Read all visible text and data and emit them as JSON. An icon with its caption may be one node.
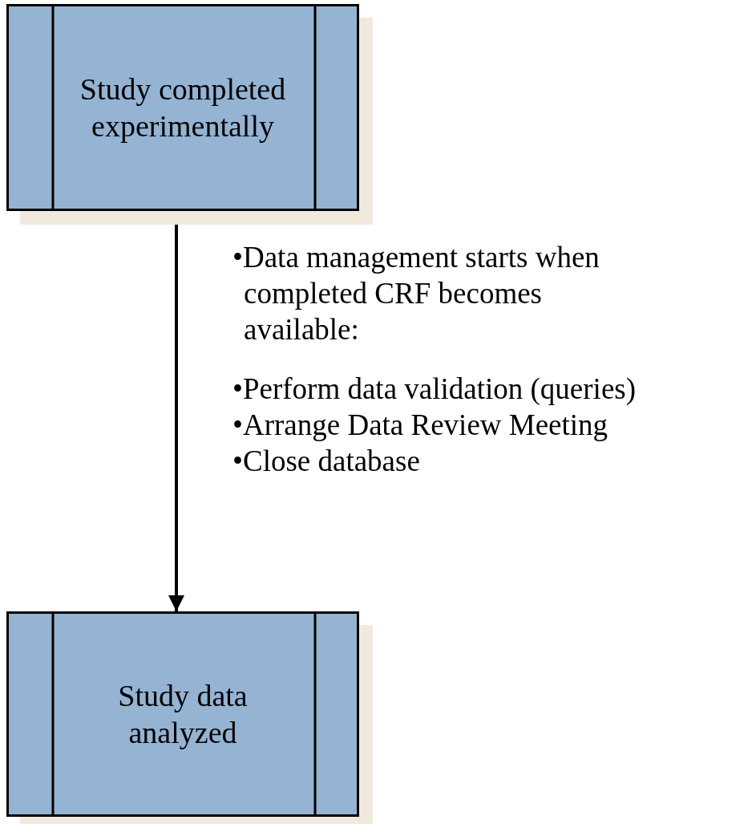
{
  "diagram": {
    "nodes": [
      {
        "text": [
          "Study completed experimentally"
        ]
      },
      {
        "text": [
          "Study data analyzed"
        ]
      }
    ],
    "edges": [
      {
        "from": 0,
        "to": 1,
        "arrow": "to"
      }
    ],
    "labels": [
      "•Data management starts when completed CRF becomes available:",
      "•Perform data validation (queries)",
      "•Arrange Data Review Meeting",
      "•Close database"
    ]
  }
}
